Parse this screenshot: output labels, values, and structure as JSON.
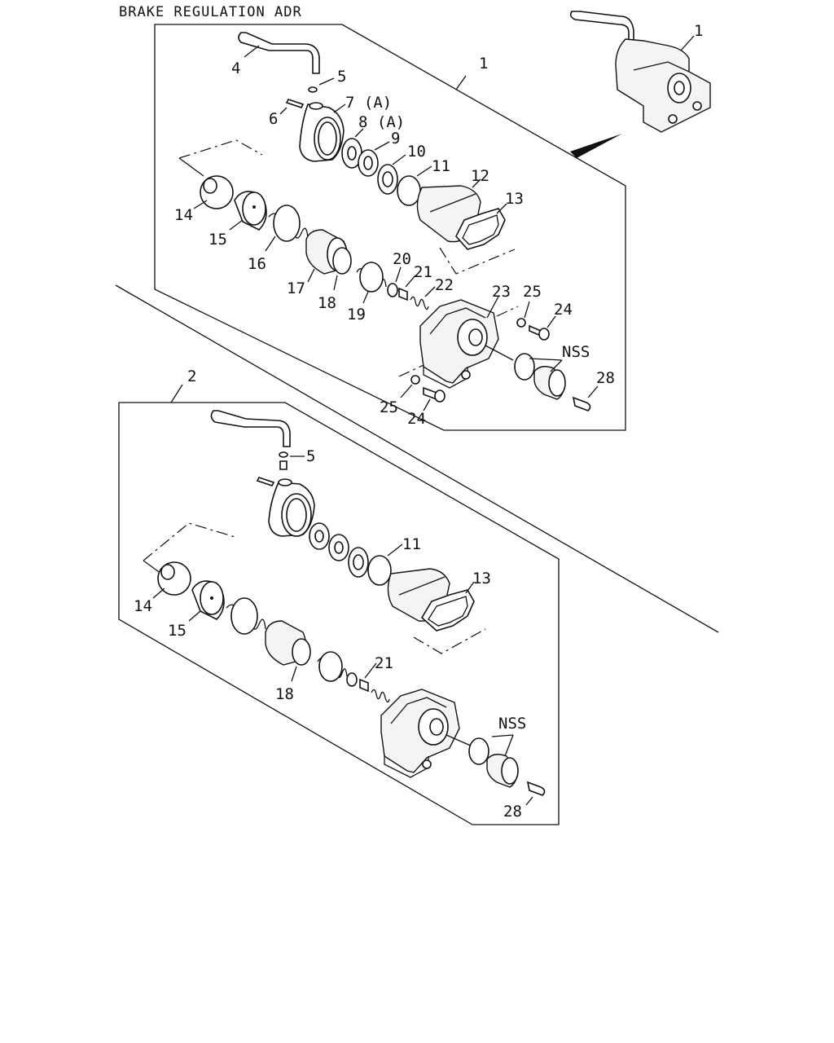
{
  "title": "BRAKE REGULATION ADR",
  "labels": {
    "a_1": "1",
    "a_4": "4",
    "a_5": "5",
    "a_6": "6",
    "a_7": "7 (A)",
    "a_8": "8 (A)",
    "a_9": "9",
    "a_10": "10",
    "a_11": "11",
    "a_12": "12",
    "a_13": "13",
    "a_14": "14",
    "a_15": "15",
    "a_16": "16",
    "a_17": "17",
    "a_18": "18",
    "a_19": "19",
    "a_20": "20",
    "a_21": "21",
    "a_22": "22",
    "a_23": "23",
    "a_24": "24",
    "a_25": "25",
    "a_24b": "24",
    "a_25b": "25",
    "a_nss": "NSS",
    "a_28": "28",
    "b_2": "2",
    "b_5": "5",
    "b_11": "11",
    "b_13": "13",
    "b_14": "14",
    "b_15": "15",
    "b_18": "18",
    "b_21": "21",
    "b_nss": "NSS",
    "b_28": "28",
    "ov_1": "1"
  },
  "icons": [
    "lever-icon",
    "valve-body-icon",
    "spring-icon",
    "o-ring-icon",
    "boot-icon",
    "gasket-icon",
    "bolt-icon",
    "washer-icon",
    "arrow-icon"
  ]
}
